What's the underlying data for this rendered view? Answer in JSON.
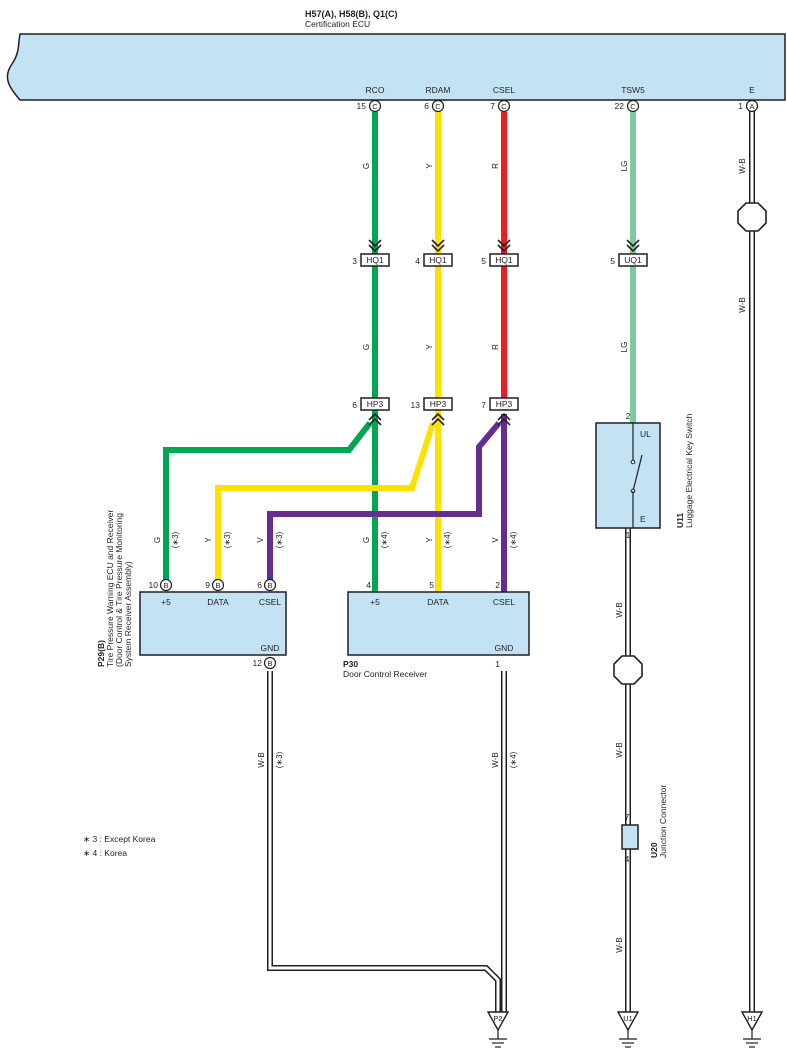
{
  "ecu": {
    "code": "H57(A), H58(B), Q1(C)",
    "name": "Certification ECU",
    "pins": [
      {
        "name": "RCO",
        "num": "15",
        "conn": "C"
      },
      {
        "name": "RDAM",
        "num": "6",
        "conn": "C"
      },
      {
        "name": "CSEL",
        "num": "7",
        "conn": "C"
      },
      {
        "name": "TSW5",
        "num": "22",
        "conn": "C"
      },
      {
        "name": "E",
        "num": "1",
        "conn": "A"
      }
    ]
  },
  "wires": {
    "rco": {
      "color_code": "G",
      "color": "#00a651"
    },
    "rdam": {
      "color_code": "Y",
      "color": "#ffe100"
    },
    "csel": {
      "color_code": "R",
      "color": "#ed1c24"
    },
    "tsw5": {
      "color_code": "LG",
      "color": "#7dcb9b"
    },
    "gnd": {
      "color_code": "W-B",
      "color": "#ffffff"
    },
    "v": {
      "color_code": "V",
      "color": "#662d91"
    }
  },
  "connectors_upper": [
    {
      "pin": "3",
      "name": "HQ1"
    },
    {
      "pin": "4",
      "name": "HQ1"
    },
    {
      "pin": "5",
      "name": "HQ1"
    },
    {
      "pin": "5",
      "name": "UQ1"
    }
  ],
  "connectors_lower": [
    {
      "pin": "6",
      "name": "HP3"
    },
    {
      "pin": "13",
      "name": "HP3"
    },
    {
      "pin": "7",
      "name": "HP3"
    }
  ],
  "notes": {
    "star3": "(∗3)",
    "star4": "(∗4)"
  },
  "p29": {
    "code": "P29(B)",
    "desc_lines": [
      "Tire Pressure Warning ECU and Receiver",
      "(Door Control & Tire Pressure Monitoring",
      "System Receiver Assembly)"
    ],
    "pins": [
      {
        "num": "10",
        "conn": "B",
        "label": "+5"
      },
      {
        "num": "9",
        "conn": "B",
        "label": "DATA"
      },
      {
        "num": "6",
        "conn": "B",
        "label": "CSEL"
      }
    ],
    "gnd": {
      "num": "12",
      "conn": "B",
      "label": "GND"
    }
  },
  "p30": {
    "code": "P30",
    "name": "Door Control Receiver",
    "pins": [
      {
        "num": "4",
        "label": "+5"
      },
      {
        "num": "5",
        "label": "DATA"
      },
      {
        "num": "2",
        "label": "CSEL"
      }
    ],
    "gnd": {
      "num": "1",
      "label": "GND"
    }
  },
  "u11": {
    "code": "U11",
    "name": "Luggage Electrical Key Switch",
    "pin_top": "2",
    "pin_bottom": "1",
    "label_top": "UL",
    "label_bottom": "E"
  },
  "u20": {
    "code": "U20",
    "name": "Junction Connector",
    "pin_top": "7",
    "pin_bottom": "4"
  },
  "grounds": [
    "P2",
    "U1",
    "H1"
  ],
  "legend": [
    "∗ 3 : Except Korea",
    "∗ 4 : Korea"
  ]
}
